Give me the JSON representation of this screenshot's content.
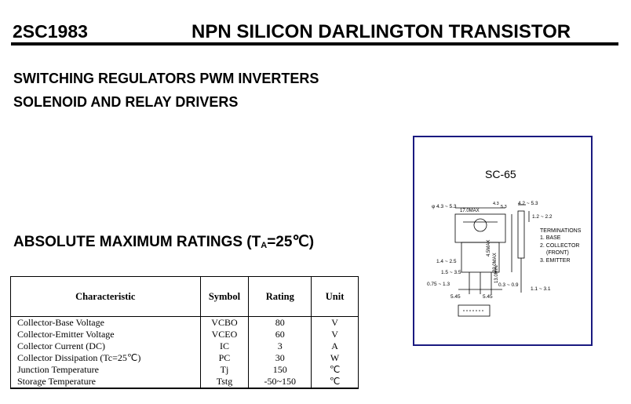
{
  "header": {
    "part_number": "2SC1983",
    "title": "NPN SILICON DARLINGTON TRANSISTOR"
  },
  "applications": [
    "SWITCHING REGULATORS PWM INVERTERS",
    "SOLENOID AND RELAY DRIVERS"
  ],
  "ratings_heading": {
    "prefix": "ABSOLUTE MAXIMUM RATINGS (T",
    "subscript": "A",
    "suffix": "=25℃)"
  },
  "table": {
    "headers": [
      "Characteristic",
      "Symbol",
      "Rating",
      "Unit"
    ],
    "rows": [
      {
        "characteristic": "Collector-Base Voltage",
        "symbol": "VCBO",
        "rating": "80",
        "unit": "V"
      },
      {
        "characteristic": "Collector-Emitter Voltage",
        "symbol": "VCEO",
        "rating": "60",
        "unit": "V"
      },
      {
        "characteristic": "Collector Current (DC)",
        "symbol": "IC",
        "rating": "3",
        "unit": "A"
      },
      {
        "characteristic": "Collector Dissipation (Tc=25℃)",
        "symbol": "PC",
        "rating": "30",
        "unit": "W"
      },
      {
        "characteristic": "Junction Temperature",
        "symbol": "Tj",
        "rating": "150",
        "unit": "℃"
      },
      {
        "characteristic": "Storage Temperature",
        "symbol": "Tstg",
        "rating": "-50~150",
        "unit": "℃"
      }
    ]
  },
  "package": {
    "name": "SC-65",
    "dimensions": {
      "hole_dia": "φ 4.3 ~ 5.3",
      "width_max": "17.0MAX",
      "d_4_3": "4.3",
      "d_5_3": "5.3",
      "height_max": "22.0MAX",
      "d_4_5max": "4.5MAX",
      "d_13min": "13.0MIN",
      "side_thk": "4.2 ~ 5.3",
      "side_tab": "1.2 ~ 2.2",
      "lead_14": "1.4 ~ 2.5",
      "lead_15": "1.5 ~ 3.5",
      "lead_075": "0.75 ~ 1.3",
      "lead_03": "0.3 ~ 0.9",
      "lead_11": "1.1 ~ 3.1",
      "pitch_left": "5.45",
      "pitch_right": "5.45"
    },
    "terminations": {
      "heading": "TERMINATIONS",
      "items": [
        "1. BASE",
        "2. COLLECTOR",
        "(FRONT)",
        "3. EMITTER"
      ]
    }
  }
}
